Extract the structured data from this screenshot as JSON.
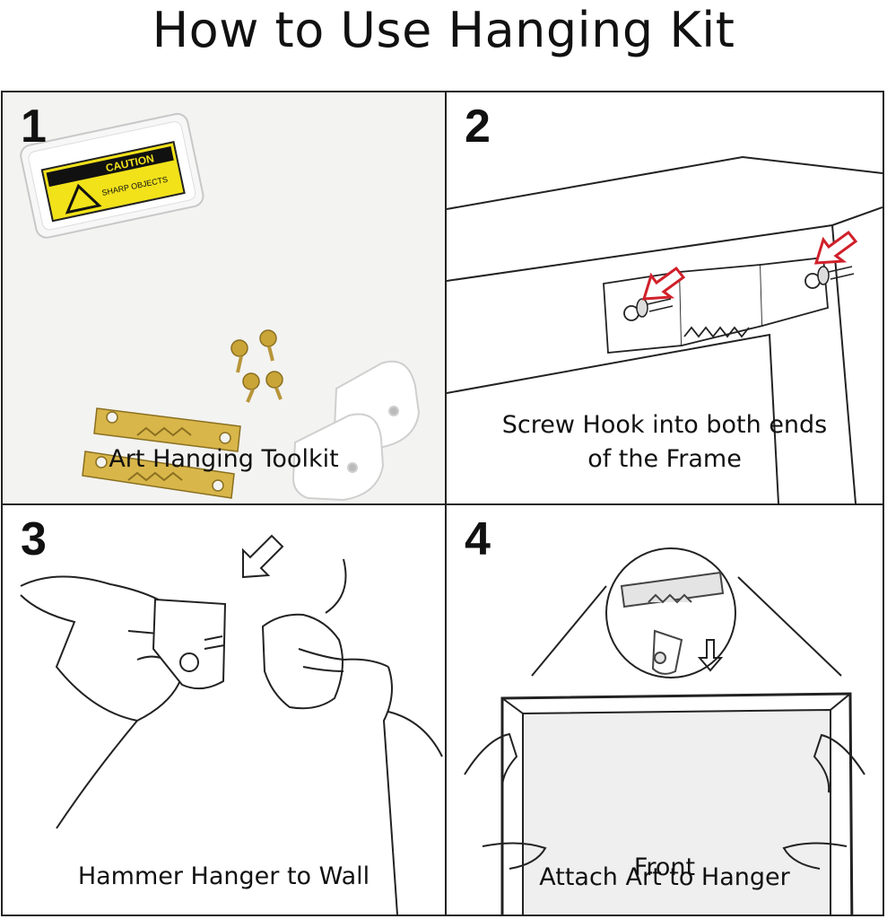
{
  "title": "How to Use Hanging  Kit",
  "steps": [
    {
      "number": "1",
      "caption": "Art Hanging Toolkit"
    },
    {
      "number": "2",
      "caption_line1": "Screw Hook into both ends",
      "caption_line2": "of the Frame"
    },
    {
      "number": "3",
      "caption": "Hammer Hanger to Wall"
    },
    {
      "number": "4",
      "caption": "Attach Art to Hanger",
      "frame_label": "Front"
    }
  ],
  "box_label": {
    "line1": "CAUTION",
    "line2": "SHARP OBJECTS"
  },
  "colors": {
    "arrow_red": "#d0202a",
    "caution_yellow": "#f2e21a",
    "brass": "#c9a437",
    "border": "#222222"
  }
}
